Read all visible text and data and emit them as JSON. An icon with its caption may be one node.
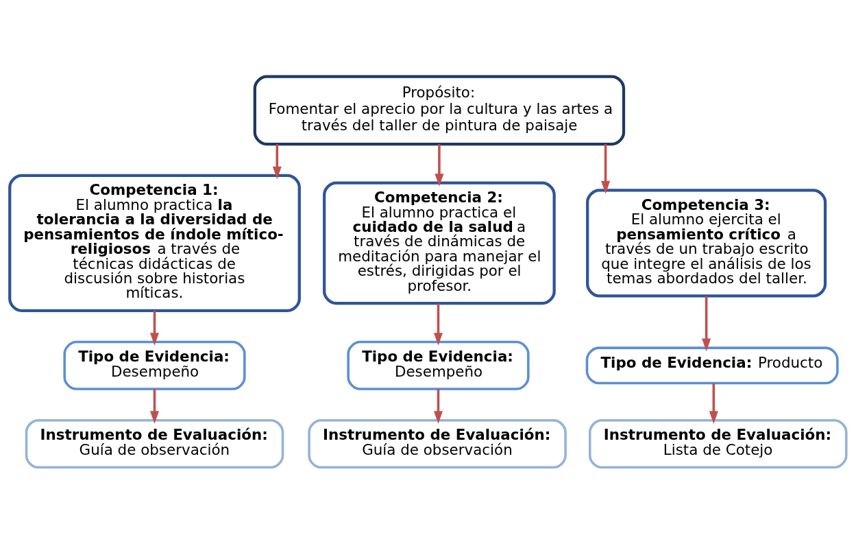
{
  "diagram": {
    "nodes": [
      {
        "text": [
          "Propósito:",
          "Fomentar el aprecio por la cultura y las artes a través del taller de pintura de paisaje"
        ]
      },
      {
        "text": [
          "Competencia 1:",
          "El alumno practica **la tolerancia a la diversidad de pensamientos de índole mítico-religiosos** a través de técnicas didácticas de discusión sobre historias míticas."
        ]
      },
      {
        "text": [
          "Competencia 2:",
          "El alumno practica el **cuidado de la salud** a través de dinámicas de meditación para manejar el estrés, dirigidas por el profesor."
        ]
      },
      {
        "text": [
          "Competencia 3:",
          "El alumno ejercita el **pensamiento crítico** a través de un trabajo escrito que integre el análisis de los temas abordados del taller."
        ]
      },
      {
        "text": [
          "Tipo de Evidencia:",
          "Desempeño"
        ]
      },
      {
        "text": [
          "Tipo de Evidencia:",
          "Desempeño"
        ]
      },
      {
        "text": [
          "Tipo de Evidencia:",
          "Producto"
        ]
      },
      {
        "text": [
          "Instrumento de Evaluación:",
          "Guía de observación"
        ]
      },
      {
        "text": [
          "Instrumento de Evaluación:",
          "Guía de observación"
        ]
      },
      {
        "text": [
          "Instrumento de Evaluación:",
          "Lista de Cotejo"
        ]
      }
    ],
    "edges": [
      {
        "from": 0,
        "to": 1,
        "arrow": "to"
      },
      {
        "from": 0,
        "to": 2,
        "arrow": "to"
      },
      {
        "from": 0,
        "to": 3,
        "arrow": "to"
      },
      {
        "from": 1,
        "to": 4,
        "arrow": "to"
      },
      {
        "from": 4,
        "to": 7,
        "arrow": "to"
      },
      {
        "from": 2,
        "to": 5,
        "arrow": "to"
      },
      {
        "from": 5,
        "to": 8,
        "arrow": "to"
      },
      {
        "from": 3,
        "to": 6,
        "arrow": "to"
      },
      {
        "from": 6,
        "to": 9,
        "arrow": "to"
      }
    ]
  }
}
